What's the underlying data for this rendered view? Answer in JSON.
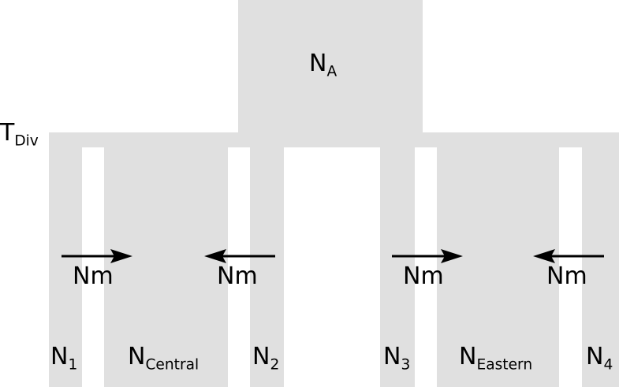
{
  "colors": {
    "population_fill": "#e0e0e0",
    "arrow": "#000000",
    "background": "#ffffff"
  },
  "labels": {
    "ancestral": {
      "main": "N",
      "sub": "A"
    },
    "divergence_time": {
      "main": "T",
      "sub": "Div"
    },
    "n1": {
      "main": "N",
      "sub": "1"
    },
    "n_central": {
      "main": "N",
      "sub": "Central"
    },
    "n2": {
      "main": "N",
      "sub": "2"
    },
    "n3": {
      "main": "N",
      "sub": "3"
    },
    "n_eastern": {
      "main": "N",
      "sub": "Eastern"
    },
    "n4": {
      "main": "N",
      "sub": "4"
    }
  },
  "migration": [
    {
      "label": "Nm",
      "direction": "right"
    },
    {
      "label": "Nm",
      "direction": "left"
    },
    {
      "label": "Nm",
      "direction": "right"
    },
    {
      "label": "Nm",
      "direction": "left"
    }
  ]
}
